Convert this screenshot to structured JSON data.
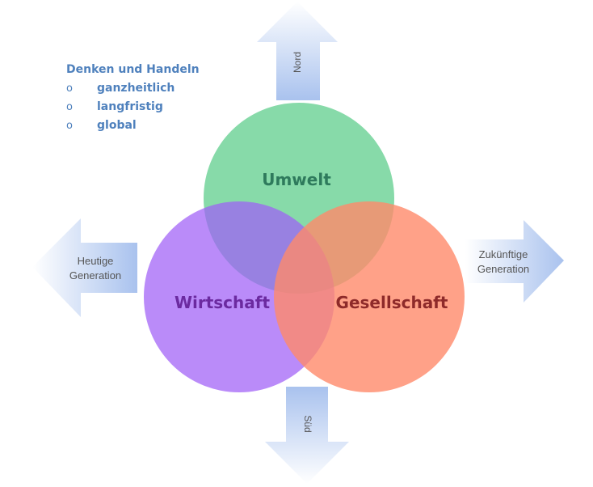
{
  "intro": {
    "heading": "Denken und Handeln",
    "bullet": "o",
    "items": [
      "ganzheitlich",
      "langfristig",
      "global"
    ]
  },
  "circles": {
    "environment": {
      "label": "Umwelt",
      "color": "#5fce8c",
      "text_color": "#2e7a5c"
    },
    "economy": {
      "label": "Wirtschaft",
      "color": "#a05ef7",
      "text_color": "#6b2aa0"
    },
    "society": {
      "label": "Gesellschaft",
      "color": "#ff8a6a",
      "text_color": "#8e2a2a"
    }
  },
  "arrows": {
    "north": {
      "label": "Nord"
    },
    "south": {
      "label": "Süd"
    },
    "west": {
      "line1": "Heutige",
      "line2": "Generation"
    },
    "east": {
      "line1": "Zukünftige",
      "line2": "Generation"
    }
  },
  "colors": {
    "arrow_light": "#ffffff",
    "arrow_dark": "#a9c2ee",
    "arrow_text": "#555555",
    "list_text": "#4f81bd"
  }
}
